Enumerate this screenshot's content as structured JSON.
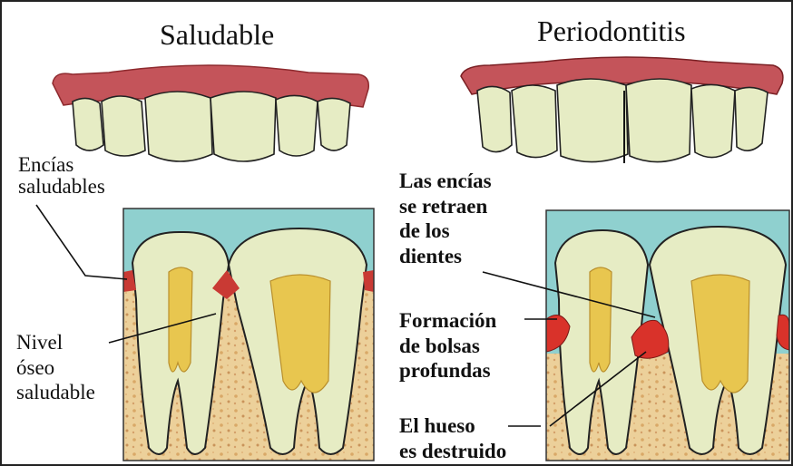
{
  "titles": {
    "healthy": "Saludable",
    "disease": "Periodontitis"
  },
  "labels": {
    "gums_healthy": [
      "Encías",
      "saludables"
    ],
    "bone_level": [
      "Nivel",
      "óseo",
      "saludable"
    ],
    "gums_recede": [
      "Las encías",
      "se retraen",
      "de los",
      "dientes"
    ],
    "pockets": [
      "Formación",
      "de bolsas",
      "profundas"
    ],
    "bone_destroyed": [
      "El hueso",
      "es destruido"
    ]
  },
  "colors": {
    "gum": "#c4545a",
    "gum_dark": "#8e2a2e",
    "tooth": "#e6ecc4",
    "pulp": "#e8c64f",
    "bone": "#e9c98f",
    "background_water": "#8fd0cf",
    "inflamed": "#d9322a"
  }
}
